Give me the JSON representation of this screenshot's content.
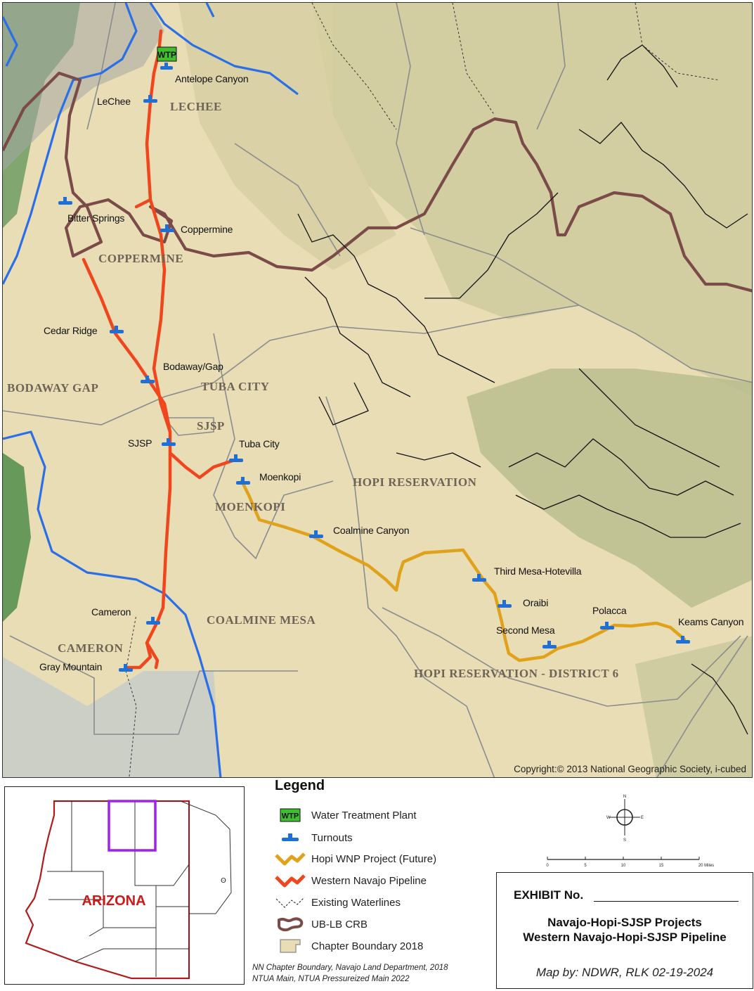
{
  "map": {
    "places": [
      {
        "id": "antelope-canyon",
        "label": "Antelope Canyon"
      },
      {
        "id": "lechee",
        "label": "LeChee"
      },
      {
        "id": "bitter-springs",
        "label": "Bitter Springs"
      },
      {
        "id": "coppermine",
        "label": "Coppermine"
      },
      {
        "id": "cedar-ridge",
        "label": "Cedar Ridge"
      },
      {
        "id": "bodaway-gap",
        "label": "Bodaway/Gap"
      },
      {
        "id": "sjsp",
        "label": "SJSP"
      },
      {
        "id": "tuba-city",
        "label": "Tuba City"
      },
      {
        "id": "moenkopi",
        "label": "Moenkopi"
      },
      {
        "id": "coalmine-canyon",
        "label": "Coalmine Canyon"
      },
      {
        "id": "third-mesa-hotevilla",
        "label": "Third Mesa-Hotevilla"
      },
      {
        "id": "oraibi",
        "label": "Oraibi"
      },
      {
        "id": "polacca",
        "label": "Polacca"
      },
      {
        "id": "second-mesa",
        "label": "Second Mesa"
      },
      {
        "id": "keams-canyon",
        "label": "Keams Canyon"
      },
      {
        "id": "cameron",
        "label": "Cameron"
      },
      {
        "id": "gray-mountain",
        "label": "Gray Mountain"
      }
    ],
    "regions": [
      {
        "id": "lechee",
        "label": "LECHEE"
      },
      {
        "id": "coppermine",
        "label": "COPPERMINE"
      },
      {
        "id": "bodaway-gap",
        "label": "BODAWAY GAP"
      },
      {
        "id": "tuba-city",
        "label": "TUBA CITY"
      },
      {
        "id": "sjsp",
        "label": "SJSP"
      },
      {
        "id": "hopi-reservation",
        "label": "HOPI RESERVATION"
      },
      {
        "id": "moenkopi",
        "label": "MOENKOPI"
      },
      {
        "id": "coalmine-mesa",
        "label": "COALMINE MESA"
      },
      {
        "id": "cameron",
        "label": "CAMERON"
      },
      {
        "id": "hopi-district-6",
        "label": "HOPI RESERVATION - DISTRICT 6"
      }
    ],
    "wtp_badge": "WTP",
    "copyright": "Copyright:© 2013 National Geographic Society, i-cubed",
    "colors": {
      "western_pipeline": "#f0461e",
      "hopi_pipeline": "#e0a21a",
      "river": "#2a6ee8",
      "boundary": "#7a4b48",
      "basemap": "#e9ddb6",
      "forest": "#4f8d4a",
      "terrain": "#b7bb8a",
      "turnout": "#1e6fd8"
    }
  },
  "inset": {
    "state_label": "ARIZONA"
  },
  "legend": {
    "title": "Legend",
    "items": [
      {
        "symbol": "wtp-icon",
        "label": "Water Treatment Plant"
      },
      {
        "symbol": "turnout-icon",
        "label": "Turnouts"
      },
      {
        "symbol": "hopi-line-icon",
        "label": "Hopi WNP Project (Future)"
      },
      {
        "symbol": "western-line-icon",
        "label": "Western Navajo Pipeline"
      },
      {
        "symbol": "waterline-icon",
        "label": "Existing Waterlines"
      },
      {
        "symbol": "boundary-icon",
        "label": "UB-LB CRB"
      },
      {
        "symbol": "chapter-icon",
        "label": "Chapter Boundary 2018"
      }
    ],
    "credits": [
      "NN Chapter Boundary, Navajo Land Department, 2018",
      "NTUA Main, NTUA Pressureized Main 2022"
    ]
  },
  "compass": {
    "n": "N",
    "s": "S",
    "e": "E",
    "w": "W"
  },
  "scale": {
    "ticks": [
      "0",
      "5",
      "10",
      "15",
      "20 Miles"
    ]
  },
  "exhibit": {
    "label": "EXHIBIT No.",
    "title_line1": "Navajo-Hopi-SJSP Projects",
    "title_line2": "Western Navajo-Hopi-SJSP Pipeline",
    "map_by": "Map by: NDWR, RLK   02-19-2024"
  }
}
